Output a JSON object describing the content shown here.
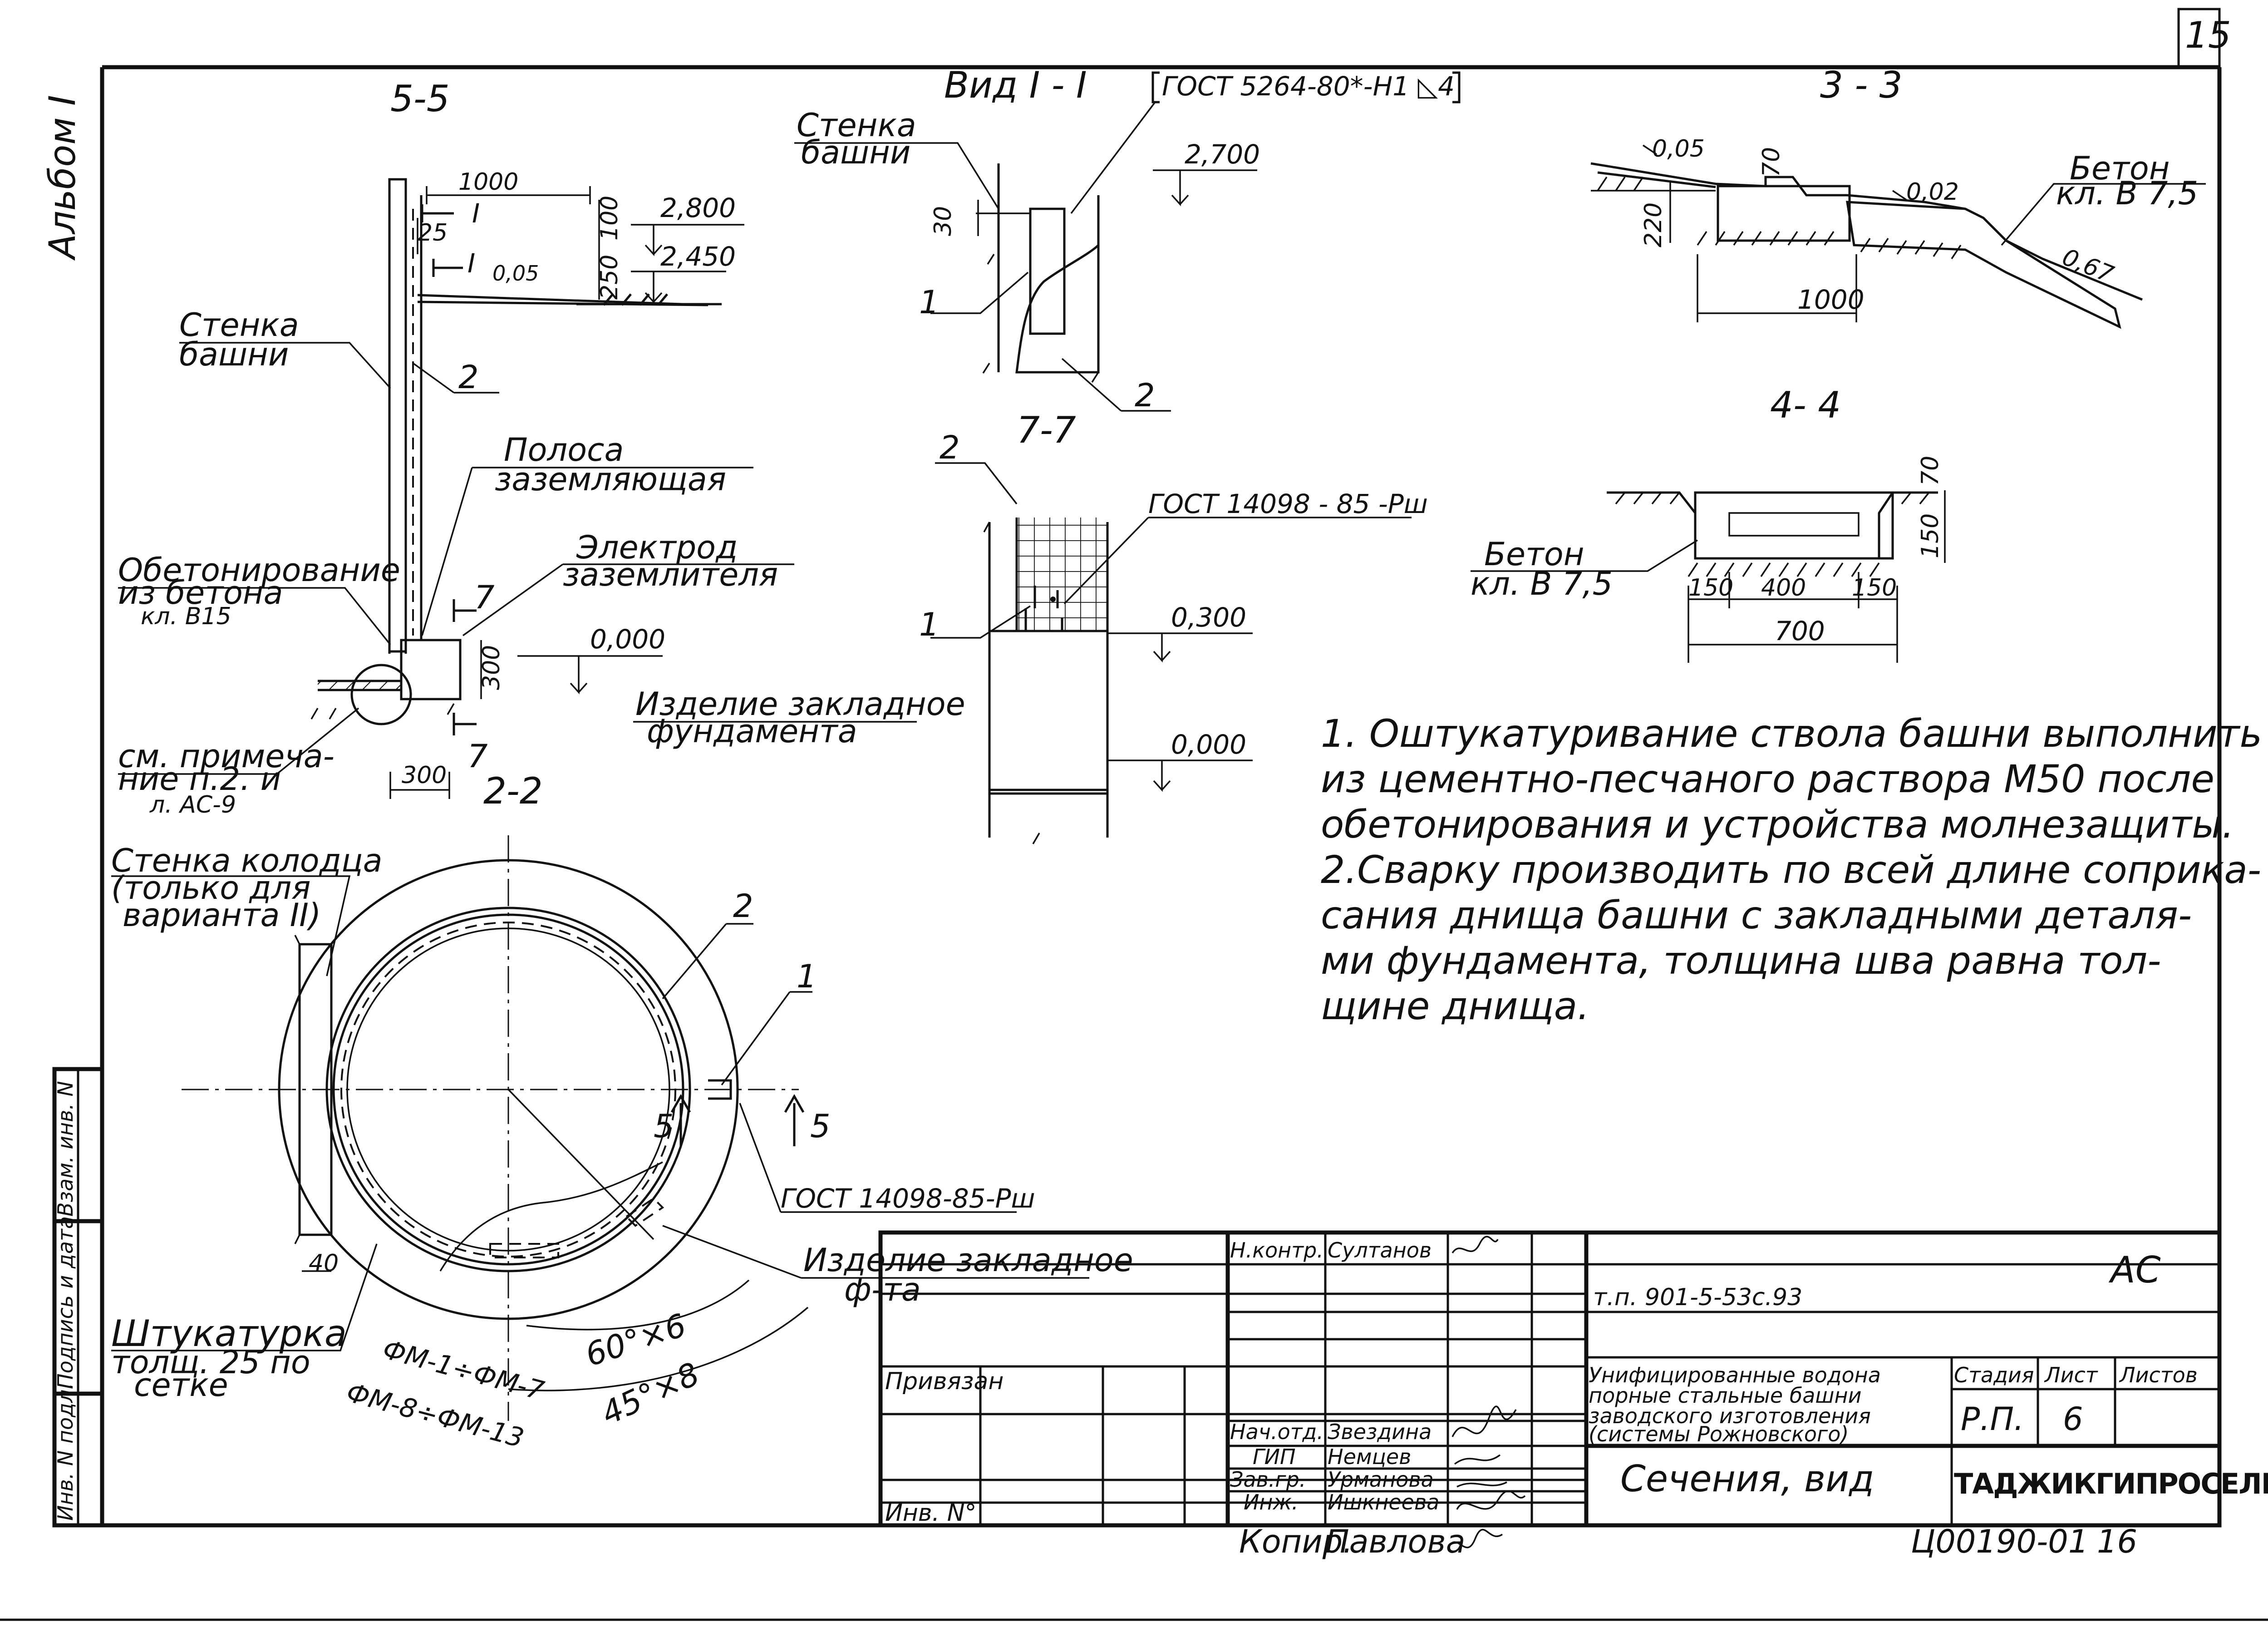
{
  "sheet_number_top": "15",
  "album": "Альбом I",
  "sections": {
    "s55": "5-5",
    "vid11": "Вид I - I",
    "s33": "3 - 3",
    "s44": "4- 4",
    "s77": "7-7",
    "s22": "2-2"
  },
  "gost_5264": "ГОСТ 5264-80*-Н1 ◺4",
  "gost_14098_a": "ГОСТ 14098 - 85 -Рш",
  "gost_14098_b": "ГОСТ 14098-85-Рш",
  "labels": {
    "stenka_bashni_1": "Стенка",
    "stenka_bashni_2": "башни",
    "vid_stenka_1": "Стенка",
    "vid_stenka_2": "башни",
    "polosa_1": "Полоса",
    "polosa_2": "заземляющая",
    "obeton_1": "Обетонирование",
    "obeton_2": "из бетона",
    "obeton_3": "кл. В15",
    "elektrod_1": "Электрод",
    "elektrod_2": "заземлителя",
    "izdelie_1": "Изделие закладное",
    "izdelie_2": "фундамента",
    "sm_1": "см. примеча-",
    "sm_2": "ние п.2. и",
    "sm_3": "л. АС-9",
    "beton33_1": "Бетон",
    "beton33_2": "кл. В 7,5",
    "beton44_1": "Бетон",
    "beton44_2": "кл. В 7,5",
    "stenka_kolodca_1": "Стенка колодца",
    "stenka_kolodca_2": "(только для",
    "stenka_kolodca_3": "варианта II)",
    "shtuk_1": "Штукатурка",
    "shtuk_2": "толщ. 25 по",
    "shtuk_3": "сетке",
    "izdelie_plan_1": "Изделие закладное",
    "izdelie_plan_2": "ф-та",
    "fm1": "ФМ-1÷ФМ-7",
    "fm2": "ФМ-8÷ФМ-13",
    "ang1": "60°×6",
    "ang2": "45°×8",
    "cut5l": "5",
    "cut5r": "5"
  },
  "dims": {
    "d1000": "1000",
    "d25": "25",
    "d250": "250",
    "d100": "100",
    "d005": "0,05",
    "d2800": "2,800",
    "d2450": "2,450",
    "d300v": "300",
    "d300h": "300",
    "d0000": "0,000",
    "dI1": "I",
    "dI2": "I",
    "d7a": "7",
    "d7b": "7",
    "v30": "30",
    "v2700": "2,700",
    "s77_0300": "0,300",
    "s77_0000": "0,000",
    "s33_005": "0,05",
    "s33_70": "70",
    "s33_002": "0,02",
    "s33_067": "0,67",
    "s33_220": "220",
    "s33_1000": "1000",
    "s44_70": "70",
    "s44_150v": "150",
    "s44_150a": "150",
    "s44_400": "400",
    "s44_150b": "150",
    "s44_700": "700",
    "d40": "40"
  },
  "pos": {
    "p1a": "1",
    "p2a": "2",
    "p2b": "2",
    "p1b": "1",
    "p2c": "2",
    "p2d": "2",
    "p1d": "1"
  },
  "notes": [
    "1. Оштукатуривание ствола башни выполнить",
    "из цементно-песчаного раствора М50 после",
    "обетонирования и устройства молнезащиты.",
    "2.Сварку производить по всей длине соприка-",
    "сания днища башни с закладными деталя-",
    "ми фундамента, толщина шва равна тол-",
    "щине днища."
  ],
  "side_stamp": [
    "Инв. N подл.",
    "Подпись и дата",
    "Взам. инв. N"
  ],
  "title_block": {
    "privyazan": "Привязан",
    "inv_no": "Инв. N°",
    "mark": "АС",
    "project_code": "т.п. 901-5-53с.93",
    "object_lines": [
      "Унифицированные водона",
      "порные стальные башни",
      "заводского изготовления",
      "(системы Рожновского)"
    ],
    "sheet_title": "Сечения, вид",
    "stadiya_label": "Стадия",
    "list_label": "Лист",
    "listov_label": "Листов",
    "stadiya": "Р.П.",
    "list": "6",
    "listov": "",
    "organization": "ТАДЖИКГИПРОСЕЛЬСТРОЙ",
    "signatories": [
      {
        "role": "Н.контр.",
        "name": "Султанов"
      },
      {
        "role": "Нач.отд.",
        "name": "Звездина"
      },
      {
        "role": "ГИП",
        "name": "Немцев"
      },
      {
        "role": "Зав.гр.",
        "name": "Урманова"
      },
      {
        "role": "Инж.",
        "name": "Ишкнеева"
      }
    ],
    "kopir_label": "Копир.",
    "kopir_name": "Павлова",
    "bottom_code": "Ц00190-01",
    "bottom_num": "16"
  }
}
